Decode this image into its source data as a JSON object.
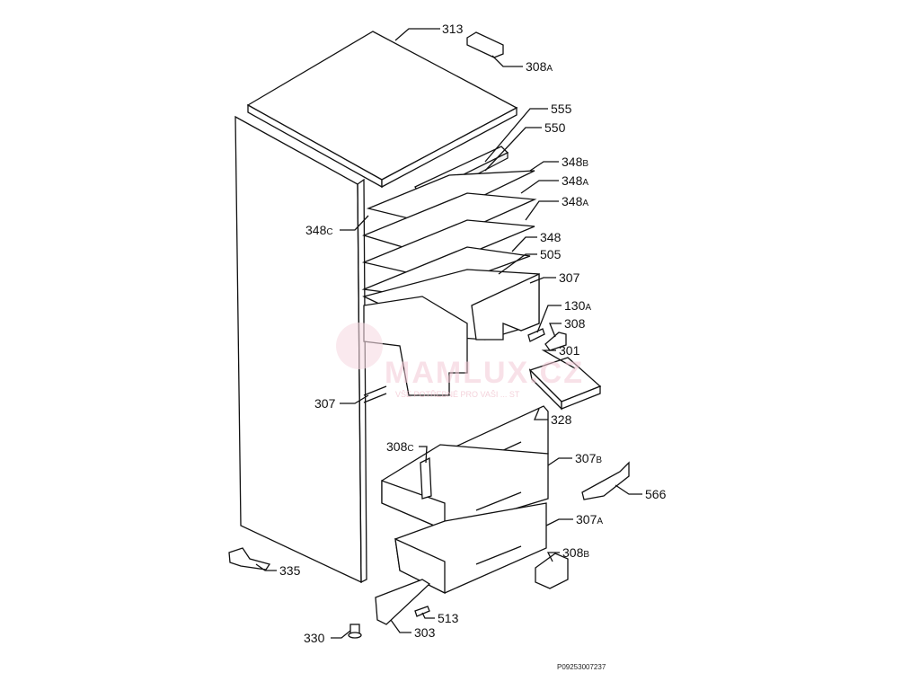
{
  "watermark": {
    "brand": "MAMLUX.CZ",
    "tagline": "VŠE POTŘEBNÉ PRO VAŠI ... ST"
  },
  "labels": [
    {
      "id": "313",
      "num": "313",
      "suf": ""
    },
    {
      "id": "308a-top",
      "num": "308",
      "suf": "A"
    },
    {
      "id": "555",
      "num": "555",
      "suf": ""
    },
    {
      "id": "550",
      "num": "550",
      "suf": ""
    },
    {
      "id": "348b",
      "num": "348",
      "suf": "B"
    },
    {
      "id": "348a-1",
      "num": "348",
      "suf": "A"
    },
    {
      "id": "348a-2",
      "num": "348",
      "suf": "A"
    },
    {
      "id": "348c",
      "num": "348",
      "suf": "C"
    },
    {
      "id": "348",
      "num": "348",
      "suf": ""
    },
    {
      "id": "505",
      "num": "505",
      "suf": ""
    },
    {
      "id": "307-right",
      "num": "307",
      "suf": ""
    },
    {
      "id": "130a",
      "num": "130",
      "suf": "A"
    },
    {
      "id": "308",
      "num": "308",
      "suf": ""
    },
    {
      "id": "301",
      "num": "301",
      "suf": ""
    },
    {
      "id": "307-left",
      "num": "307",
      "suf": ""
    },
    {
      "id": "328",
      "num": "328",
      "suf": ""
    },
    {
      "id": "308c",
      "num": "308",
      "suf": "C"
    },
    {
      "id": "307b",
      "num": "307",
      "suf": "B"
    },
    {
      "id": "566",
      "num": "566",
      "suf": ""
    },
    {
      "id": "307a",
      "num": "307",
      "suf": "A"
    },
    {
      "id": "308b",
      "num": "308",
      "suf": "B"
    },
    {
      "id": "335",
      "num": "335",
      "suf": ""
    },
    {
      "id": "513",
      "num": "513",
      "suf": ""
    },
    {
      "id": "303",
      "num": "303",
      "suf": ""
    },
    {
      "id": "330",
      "num": "330",
      "suf": ""
    }
  ],
  "drawing_code": "P09253007237"
}
